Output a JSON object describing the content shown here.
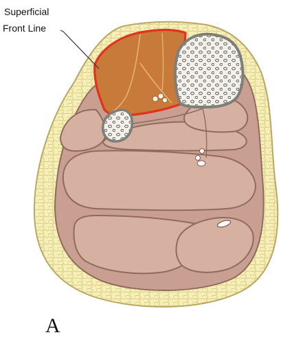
{
  "annotation": {
    "line1": "Superficial",
    "line2": "Front Line"
  },
  "panel_label": "A",
  "colors": {
    "skin_fill": "#f6f0b8",
    "skin_stroke": "#b9a766",
    "fat_cell": "#e6dc9a",
    "muscle_fill": "#d6b1a2",
    "muscle_stroke": "#8f6b5e",
    "highlight_fill": "#c87a3a",
    "highlight_stroke": "#e0321c",
    "bone_fill": "#f3f1ea",
    "bone_stroke": "#7d7f78"
  },
  "icons": [
    "leader-line",
    "tibia-bone",
    "fibula-bone"
  ]
}
